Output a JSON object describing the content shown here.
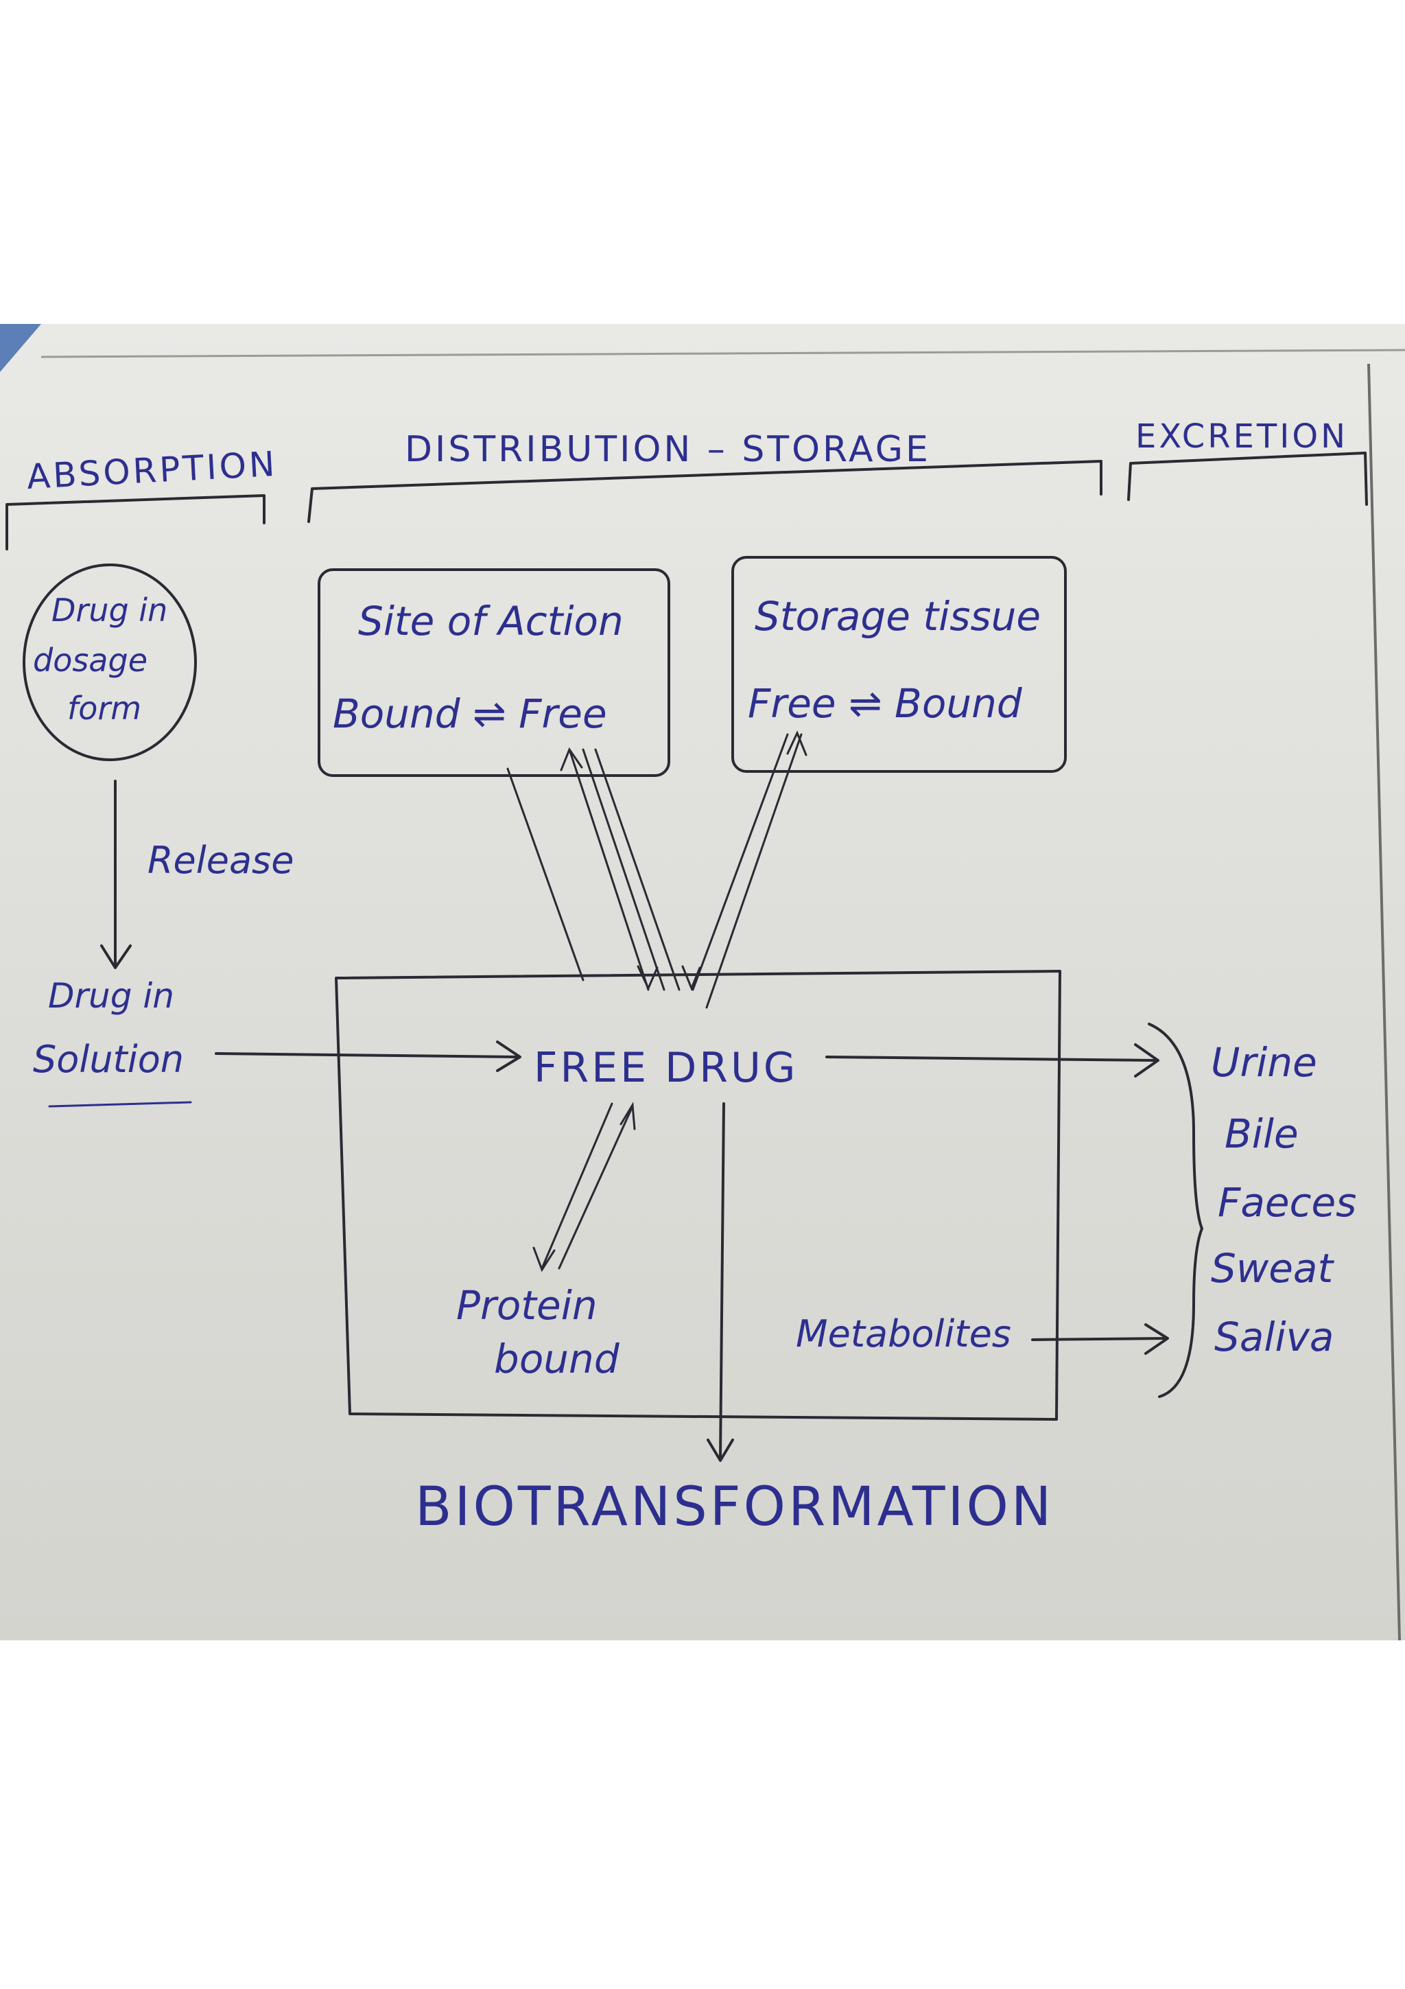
{
  "headers": {
    "absorption": "ABSORPTION",
    "distribution": "DISTRIBUTION – STORAGE",
    "excretion": "EXCRETION"
  },
  "nodes": {
    "dosage_form": [
      "Drug in",
      "dosage",
      "form"
    ],
    "release": "Release",
    "solution": [
      "Drug in",
      "Solution"
    ],
    "site_of_action": {
      "title": "Site of Action",
      "equilibrium": "Bound ⇌ Free"
    },
    "storage_tissue": {
      "title": "Storage tissue",
      "equilibrium": "Free ⇌ Bound"
    },
    "free_drug": "FREE DRUG",
    "protein_bound": [
      "Protein",
      "bound"
    ],
    "metabolites": "Metabolites",
    "biotransformation": "BIOTRANSFORMATION"
  },
  "excretion_routes": [
    "Urine",
    "Bile",
    "Faeces",
    "Sweat",
    "Saliva"
  ],
  "colors": {
    "ink": "#2a2a33",
    "pen_blue": "#2d2f8f",
    "paper": "#e4e4e0"
  }
}
